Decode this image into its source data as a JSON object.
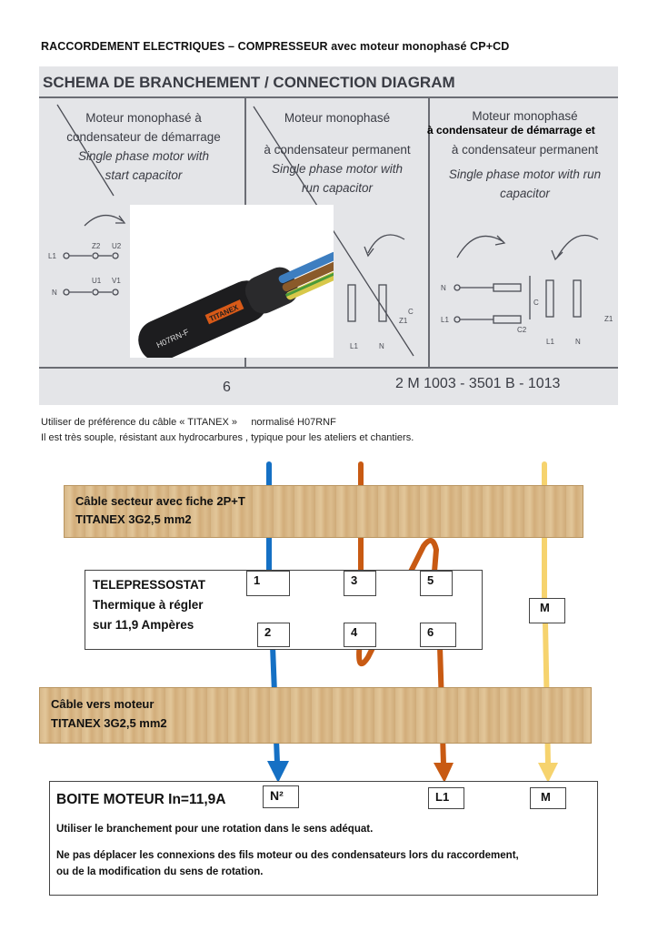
{
  "doc_title": "RACCORDEMENT ELECTRIQUES – COMPRESSEUR avec moteur monophasé CP+CD",
  "photo": {
    "title": "SCHEMA DE BRANCHEMENT / CONNECTION DIAGRAM",
    "columns": [
      {
        "fr_1": "Moteur monophasé à",
        "fr_2": "condensateur de démarrage",
        "en_1": "Single phase motor with",
        "en_2": "start capacitor"
      },
      {
        "fr_1": "Moteur monophasé",
        "fr_2": "à condensateur permanent",
        "en_1": "Single phase motor with",
        "en_2": "run capacitor"
      },
      {
        "fr_1": "Moteur monophasé",
        "fr_2": "à condensateur permanent",
        "en_1": "Single phase motor with run",
        "en_2": "capacitor"
      }
    ],
    "overlay_text": "à condensateur de démarrage et",
    "page_number": "6",
    "reference": "2 M 1003 - 3501 B - 1013",
    "terminals": {
      "l1": "L1",
      "n": "N",
      "z2": "Z2",
      "u2": "U2",
      "u1": "U1",
      "v1": "V1",
      "c": "C",
      "c2": "C2",
      "z1": "Z1"
    }
  },
  "cable_photo": {
    "label_1": "H07RN-F",
    "label_2": "TITANEX"
  },
  "notes": {
    "line1_a": "Utiliser de préférence du câble  « TITANEX »",
    "line1_b": "normalisé  H07RNF",
    "line2": "Il est très souple, résistant aux hydrocarbures , typique pour les ateliers et chantiers."
  },
  "supply_band": {
    "line1": "Câble secteur avec fiche 2P+T",
    "line2": "TITANEX 3G2,5 mm2"
  },
  "pressostat": {
    "line1": "TELEPRESSOSTAT",
    "line2": "Thermique à régler",
    "line3": "sur 11,9 Ampères",
    "terminals_top": [
      "1",
      "3",
      "5"
    ],
    "terminals_bottom": [
      "2",
      "4",
      "6"
    ],
    "ground_label": "M"
  },
  "motor_band": {
    "line1": "Câble vers moteur",
    "line2": "TITANEX 3G2,5 mm2"
  },
  "motor_box": {
    "title": "BOITE MOTEUR In=11,9A",
    "terminals": [
      "N²",
      "L1",
      "M"
    ],
    "line1": "Utiliser le branchement pour une rotation dans le sens adéquat.",
    "line2": "Ne pas déplacer les connexions des fils moteur ou des condensateurs lors du raccordement,",
    "line3": "ou de la modification du sens de rotation."
  },
  "colors": {
    "neutral_wire": "#1570c4",
    "phase_wire": "#c85a13",
    "ground_wire": "#f6d36e",
    "band": "#d8b98a"
  }
}
